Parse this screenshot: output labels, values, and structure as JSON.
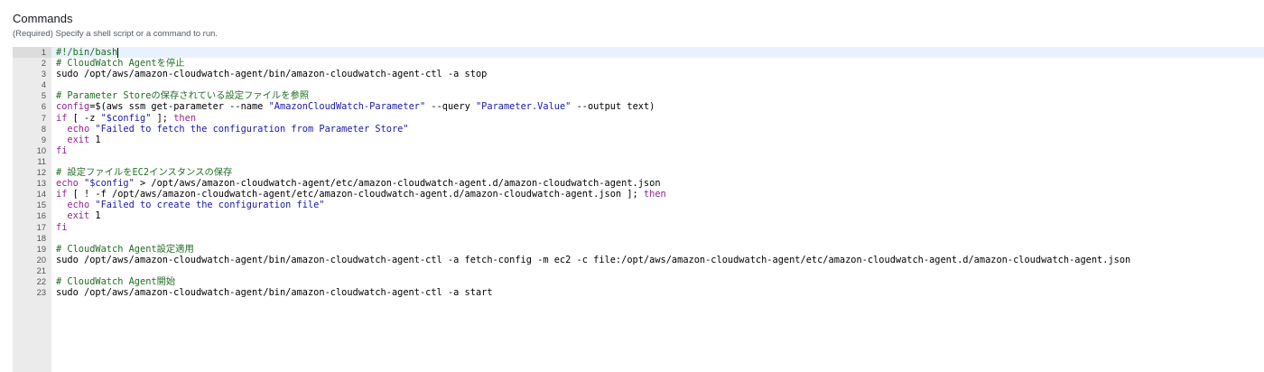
{
  "header": {
    "title": "Commands",
    "description": "(Required) Specify a shell script or a command to run."
  },
  "colors": {
    "comment": "#236e24",
    "string": "#1a1aa6",
    "keyword": "#93268f",
    "plain": "#000000",
    "gutter": "#ebebeb",
    "active_line": "#e8f2fe"
  },
  "editor": {
    "active_line": 1,
    "lines": [
      {
        "n": "1",
        "tokens": [
          {
            "t": "#!/bin/bash",
            "c": "comment"
          }
        ]
      },
      {
        "n": "2",
        "tokens": [
          {
            "t": "# CloudWatch Agentを停止",
            "c": "comment"
          }
        ]
      },
      {
        "n": "3",
        "tokens": [
          {
            "t": "sudo /opt/aws/amazon-cloudwatch-agent/bin/amazon-cloudwatch-agent-ctl -a stop",
            "c": "plain"
          }
        ]
      },
      {
        "n": "4",
        "tokens": []
      },
      {
        "n": "5",
        "tokens": [
          {
            "t": "# Parameter Storeの保存されている設定ファイルを参照",
            "c": "comment"
          }
        ]
      },
      {
        "n": "6",
        "tokens": [
          {
            "t": "config",
            "c": "keyword"
          },
          {
            "t": "=$(aws ssm get-parameter --name ",
            "c": "plain"
          },
          {
            "t": "\"AmazonCloudWatch-Parameter\"",
            "c": "string"
          },
          {
            "t": " --query ",
            "c": "plain"
          },
          {
            "t": "\"Parameter.Value\"",
            "c": "string"
          },
          {
            "t": " --output text)",
            "c": "plain"
          }
        ]
      },
      {
        "n": "7",
        "tokens": [
          {
            "t": "if",
            "c": "keyword"
          },
          {
            "t": " [ -z ",
            "c": "plain"
          },
          {
            "t": "\"$config\"",
            "c": "string"
          },
          {
            "t": " ]; ",
            "c": "plain"
          },
          {
            "t": "then",
            "c": "keyword"
          }
        ]
      },
      {
        "n": "8",
        "tokens": [
          {
            "t": "  echo ",
            "c": "keyword"
          },
          {
            "t": "\"Failed to fetch the configuration from Parameter Store\"",
            "c": "string"
          }
        ]
      },
      {
        "n": "9",
        "tokens": [
          {
            "t": "  exit",
            "c": "keyword"
          },
          {
            "t": " 1",
            "c": "plain"
          }
        ]
      },
      {
        "n": "10",
        "tokens": [
          {
            "t": "fi",
            "c": "keyword"
          }
        ]
      },
      {
        "n": "11",
        "tokens": []
      },
      {
        "n": "12",
        "tokens": [
          {
            "t": "# 設定ファイルをEC2インスタンスの保存",
            "c": "comment"
          }
        ]
      },
      {
        "n": "13",
        "tokens": [
          {
            "t": "echo ",
            "c": "keyword"
          },
          {
            "t": "\"$config\"",
            "c": "string"
          },
          {
            "t": " > /opt/aws/amazon-cloudwatch-agent/etc/amazon-cloudwatch-agent.d/amazon-cloudwatch-agent.json",
            "c": "plain"
          }
        ]
      },
      {
        "n": "14",
        "tokens": [
          {
            "t": "if",
            "c": "keyword"
          },
          {
            "t": " [ ! -f /opt/aws/amazon-cloudwatch-agent/etc/amazon-cloudwatch-agent.d/amazon-cloudwatch-agent.json ]; ",
            "c": "plain"
          },
          {
            "t": "then",
            "c": "keyword"
          }
        ]
      },
      {
        "n": "15",
        "tokens": [
          {
            "t": "  echo ",
            "c": "keyword"
          },
          {
            "t": "\"Failed to create the configuration file\"",
            "c": "string"
          }
        ]
      },
      {
        "n": "16",
        "tokens": [
          {
            "t": "  exit",
            "c": "keyword"
          },
          {
            "t": " 1",
            "c": "plain"
          }
        ]
      },
      {
        "n": "17",
        "tokens": [
          {
            "t": "fi",
            "c": "keyword"
          }
        ]
      },
      {
        "n": "18",
        "tokens": []
      },
      {
        "n": "19",
        "tokens": [
          {
            "t": "# CloudWatch Agent設定適用",
            "c": "comment"
          }
        ]
      },
      {
        "n": "20",
        "tokens": [
          {
            "t": "sudo /opt/aws/amazon-cloudwatch-agent/bin/amazon-cloudwatch-agent-ctl -a fetch-config -m ec2 -c file:/opt/aws/amazon-cloudwatch-agent/etc/amazon-cloudwatch-agent.d/amazon-cloudwatch-agent.json",
            "c": "plain"
          }
        ]
      },
      {
        "n": "21",
        "tokens": []
      },
      {
        "n": "22",
        "tokens": [
          {
            "t": "# CloudWatch Agent開始",
            "c": "comment"
          }
        ]
      },
      {
        "n": "23",
        "tokens": [
          {
            "t": "sudo /opt/aws/amazon-cloudwatch-agent/bin/amazon-cloudwatch-agent-ctl -a start",
            "c": "plain"
          }
        ]
      }
    ]
  }
}
